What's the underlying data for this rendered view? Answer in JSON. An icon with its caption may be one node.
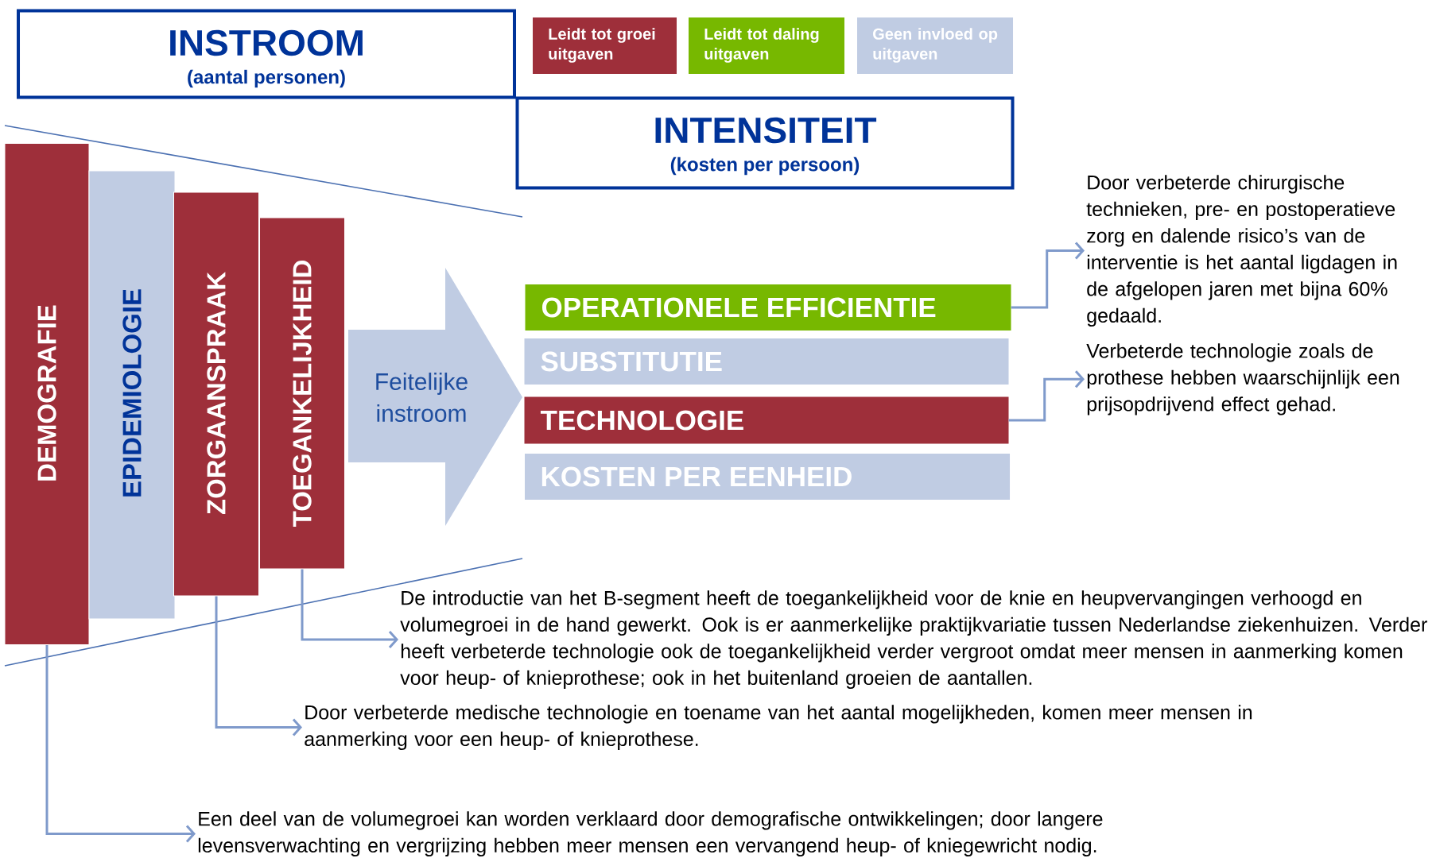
{
  "diagram": {
    "nodes": [
      {
        "text": [
          "INSTROOM",
          "(aantal personen)"
        ]
      },
      {
        "text": [
          "INTENSITEIT",
          "(kosten per persoon)"
        ]
      },
      {
        "text": [
          "DEMOGRAFIE"
        ]
      },
      {
        "text": [
          "EPIDEMIOLOGIE"
        ]
      },
      {
        "text": [
          "ZORGAANSPRAAK"
        ]
      },
      {
        "text": [
          "TOEGANKELIJKHEID"
        ]
      },
      {
        "text": [
          "Feitelijke instroom"
        ]
      },
      {
        "text": [
          "OPERATIONELE EFFICIENTIE"
        ]
      },
      {
        "text": [
          "SUBSTITUTIE"
        ]
      },
      {
        "text": [
          "TECHNOLOGIE"
        ]
      },
      {
        "text": [
          "KOSTEN PER EENHEID"
        ]
      },
      {
        "text": [
          "Door verbeterde chirurgische technieken, pre- en postoperatieve zorg en dalende risico’s van de interventie is het aantal ligdagen in de afgelopen jaren met bijna 60% gedaald."
        ]
      },
      {
        "text": [
          "Verbeterde technologie zoals de prothese hebben waarschijnlijk een prijsopdrijvend effect gehad."
        ]
      },
      {
        "text": [
          "De introductie van het B-segment heeft de toegankelijkheid voor de knie en heupvervangingen verhoogd en volumegroei in de hand gewerkt. Ook is er aanmerkelijke praktijkvariatie tussen Nederlandse ziekenhuizen. Verder heeft verbeterde technologie ook de toegankelijkheid verder vergroot omdat meer mensen in aanmerking komen voor heup- of knieprothese; ook in het buitenland groeien de aantallen."
        ]
      },
      {
        "text": [
          "Door verbeterde medische technologie en toename van het aantal mogelijkheden, komen meer mensen in aanmerking voor een heup- of knieprothese."
        ]
      },
      {
        "text": [
          "Een deel van de volumegroei kan worden verklaard door demografische ontwikkelingen; door langere levensverwachting en vergrijzing hebben meer mensen een vervangend heup- of kniegewricht nodig."
        ]
      }
    ],
    "edges": [
      {
        "from": 7,
        "to": 11,
        "arrow": "to"
      },
      {
        "from": 9,
        "to": 12,
        "arrow": "to"
      },
      {
        "from": 5,
        "to": 13,
        "arrow": "to"
      },
      {
        "from": 4,
        "to": 14,
        "arrow": "to"
      },
      {
        "from": 2,
        "to": 15,
        "arrow": "to"
      }
    ],
    "legend": [
      {
        "text": "Leidt tot groei uitgaven",
        "color": "#9e2f3a"
      },
      {
        "text": "Leidt tot daling uitgaven",
        "color": "#77b800"
      },
      {
        "text": "Geen invloed op uitgaven",
        "color": "#c0cce3"
      }
    ]
  }
}
